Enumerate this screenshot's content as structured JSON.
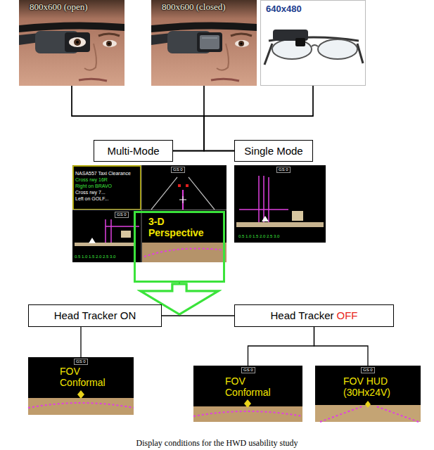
{
  "diagram": {
    "caption": "Display conditions for the HWD usability study",
    "nodes": [
      {
        "text": [
          "800x600 (open)"
        ]
      },
      {
        "text": [
          "800x600 (closed)"
        ]
      },
      {
        "text": [
          "640x480"
        ]
      },
      {
        "text": [
          "Multi-Mode"
        ]
      },
      {
        "text": [
          "Single Mode"
        ]
      },
      {
        "text": [
          "NASA557 Taxi Clearance",
          "Cross rwy 16R",
          "Right on BRAVO",
          "Cross rwy 7...",
          "Left on GOLF...",
          "GS 0",
          "GS 0",
          "0.5 1.0 1.5 2.0 2.5 3.0"
        ]
      },
      {
        "text": [
          "3-D Perspective"
        ],
        "in": 5
      },
      {
        "text": [
          "GS 0",
          "0.5 1.0 1.5 2.0 2.5 3.0"
        ]
      },
      {
        "text": [
          "Head Tracker ON"
        ]
      },
      {
        "text": [
          "Head Tracker",
          "OFF"
        ]
      },
      {
        "text": [
          "GS 0",
          "FOV Conformal"
        ]
      },
      {
        "text": [
          "GS 0",
          "FOV Conformal"
        ]
      },
      {
        "text": [
          "GS 0",
          "FOV HUD (30Hx24V)"
        ]
      }
    ],
    "edges": [
      {
        "from": 0,
        "to": 3,
        "arrow": "none"
      },
      {
        "from": 0,
        "to": 4,
        "arrow": "none"
      },
      {
        "from": 1,
        "to": 3,
        "arrow": "none"
      },
      {
        "from": 1,
        "to": 4,
        "arrow": "none"
      },
      {
        "from": 2,
        "to": 3,
        "arrow": "none"
      },
      {
        "from": 2,
        "to": 4,
        "arrow": "none"
      },
      {
        "from": 6,
        "to": 8,
        "arrow": "to"
      },
      {
        "from": 6,
        "to": 9,
        "arrow": "to"
      },
      {
        "from": 8,
        "to": 10,
        "arrow": "none"
      },
      {
        "from": 9,
        "to": 11,
        "arrow": "none"
      },
      {
        "from": 9,
        "to": 12,
        "arrow": "none"
      }
    ]
  }
}
